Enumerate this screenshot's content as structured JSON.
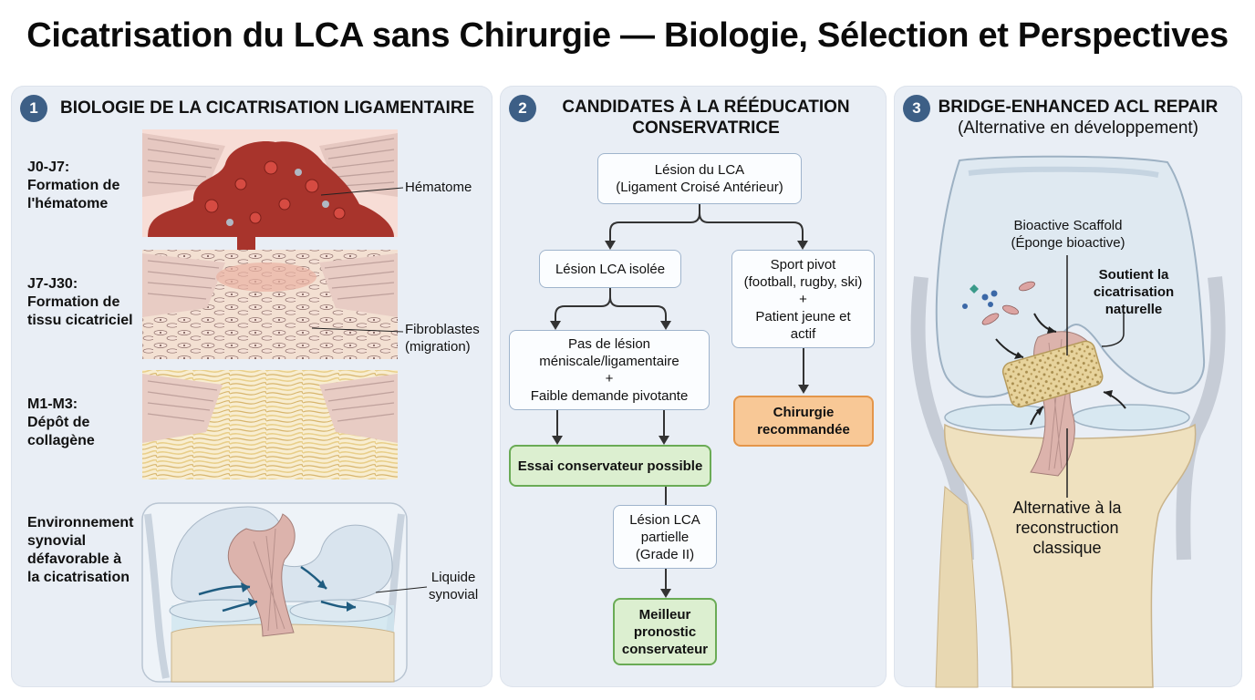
{
  "title": "Cicatrisation du LCA sans Chirurgie — Biologie, Sélection et Perspectives",
  "panel1": {
    "number": "1",
    "heading": "BIOLOGIE DE LA CICATRISATION LIGAMENTAIRE",
    "stages": [
      {
        "line1": "J0-J7:",
        "line2": "Formation de",
        "line3": "l'hématome"
      },
      {
        "line1": "J7-J30:",
        "line2": "Formation de",
        "line3": "tissu cicatriciel"
      },
      {
        "line1": "M1-M3:",
        "line2": "Dépôt de",
        "line3": "collagène"
      }
    ],
    "environment": {
      "line1": "Environnement",
      "line2": "synovial",
      "line3": "défavorable à",
      "line4": "la cicatrisation"
    },
    "labels": {
      "hematoma": "Hématome",
      "fibro1": "Fibroblastes",
      "fibro2": "(migration)",
      "liquid1": "Liquide",
      "liquid2": "synovial"
    }
  },
  "panel2": {
    "number": "2",
    "heading1": "CANDIDATES À LA RÉÉDUCATION",
    "heading2": "CONSERVATRICE",
    "nodes": {
      "root1": "Lésion du LCA",
      "root2": "(Ligament Croisé Antérieur)",
      "isolated": "Lésion LCA isolée",
      "sport1": "Sport pivot",
      "sport2": "(football, rugby, ski)",
      "plus": "+",
      "sport3": "Patient jeune et",
      "sport4": "actif",
      "nomen1": "Pas de lésion",
      "nomen2": "méniscale/ligamentaire",
      "nomen3": "Faible demande pivotante",
      "trial": "Essai conservateur possible",
      "surgery1": "Chirurgie",
      "surgery2": "recommandée",
      "partial1": "Lésion LCA",
      "partial2": "partielle",
      "partial3": "(Grade II)",
      "best1": "Meilleur",
      "best2": "pronostic",
      "best3": "conservateur"
    }
  },
  "panel3": {
    "number": "3",
    "heading1": "BRIDGE-ENHANCED ACL REPAIR",
    "heading2": "(Alternative en développement)",
    "scaffold1": "Bioactive Scaffold",
    "scaffold2": "(Éponge bioactive)",
    "supports1": "Soutient la",
    "supports2": "cicatrisation",
    "supports3": "naturelle",
    "alt1": "Alternative à la",
    "alt2": "reconstruction",
    "alt3": "classique"
  },
  "colors": {
    "panel_bg": "#e9eef5",
    "badge": "#3d5f86",
    "green": "#dcefd0",
    "orange": "#f8c896",
    "blood": "#a8342c",
    "arrow_blue": "#1f5c80"
  }
}
